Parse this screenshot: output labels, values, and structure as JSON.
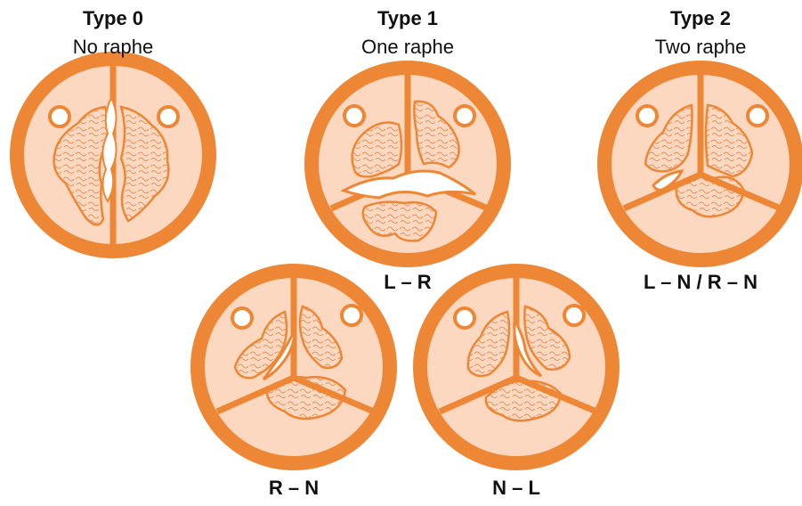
{
  "colors": {
    "ring": "#ED8735",
    "fill": "#FCD8C0",
    "calc_stroke": "#E2793A",
    "raphe_line": "#E2793A",
    "opening": "#ffffff"
  },
  "valves": [
    {
      "title": "Type 0",
      "subtitle": "No raphe",
      "caption": ""
    },
    {
      "title": "Type 1",
      "subtitle": "One raphe",
      "caption": "L – R"
    },
    {
      "title": "Type 2",
      "subtitle": "Two raphe",
      "caption": "L – N / R – N"
    },
    {
      "title": "",
      "subtitle": "",
      "caption": "R – N"
    },
    {
      "title": "",
      "subtitle": "",
      "caption": "N – L"
    }
  ]
}
